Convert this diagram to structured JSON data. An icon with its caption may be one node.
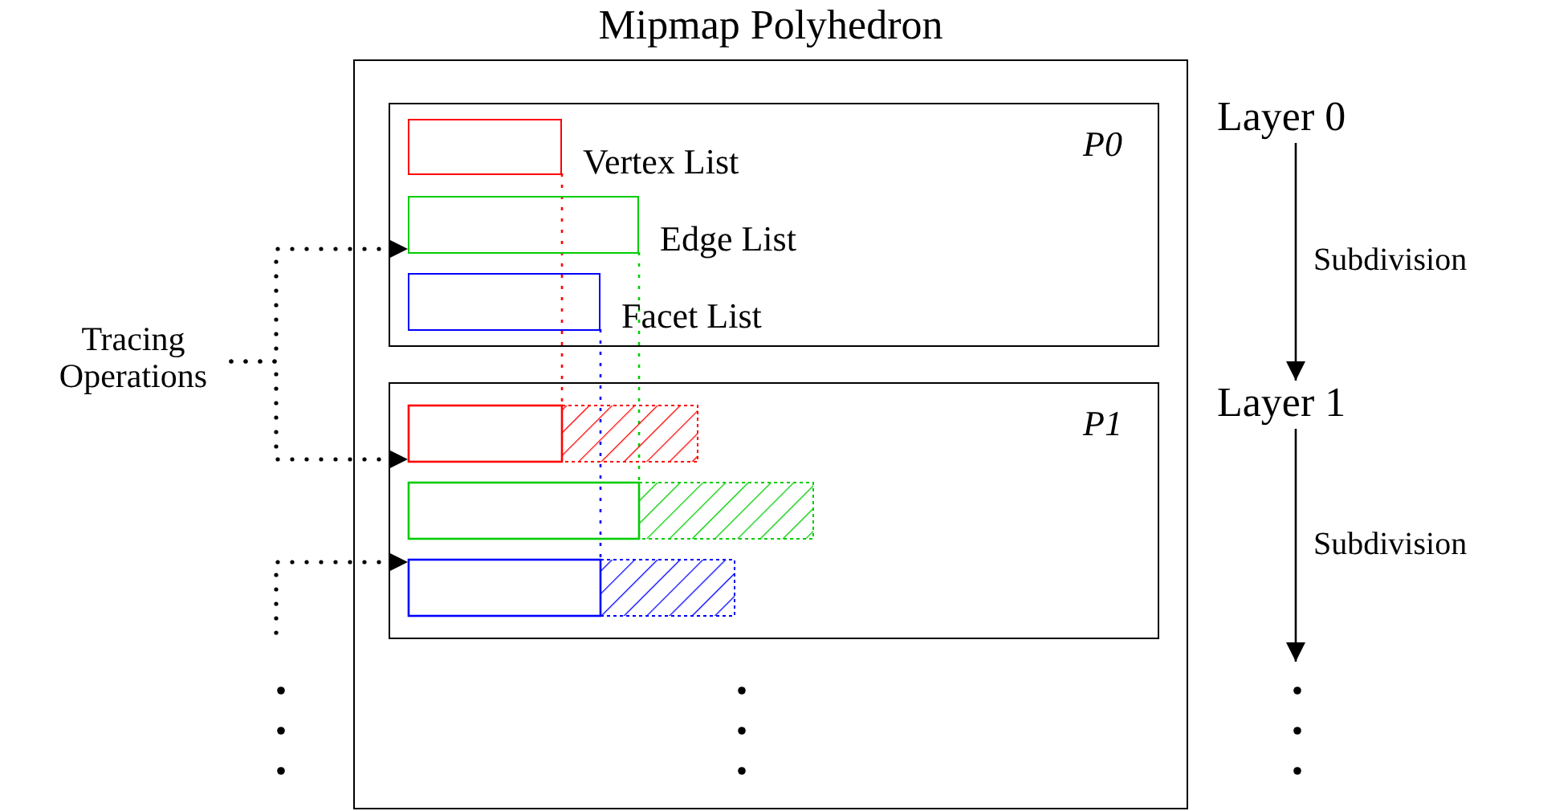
{
  "diagram": {
    "nodes": [
      {
        "text": [
          "Mipmap Polyhedron"
        ]
      },
      {
        "text": [
          "P0"
        ],
        "in": 0
      },
      {
        "text": [],
        "shape": "box",
        "in": 1,
        "beside": [
          "Vertex List"
        ]
      },
      {
        "text": [],
        "shape": "box",
        "in": 1,
        "beside": [
          "Edge List"
        ]
      },
      {
        "text": [],
        "shape": "box",
        "in": 1,
        "beside": [
          "Facet List"
        ]
      },
      {
        "text": [
          "P1"
        ],
        "in": 0
      },
      {
        "text": [],
        "shape": "bar",
        "in": 5
      },
      {
        "text": [],
        "shape": "bar",
        "in": 5
      },
      {
        "text": [],
        "shape": "bar",
        "in": 5
      },
      {
        "text": [
          "Tracing Operations"
        ]
      },
      {
        "text": [
          "Layer 0"
        ]
      },
      {
        "text": [
          "Layer 1"
        ]
      }
    ],
    "edges": [
      {
        "from": 9,
        "to": 3,
        "arrow": "to",
        "style": "dashed"
      },
      {
        "from": 9,
        "to": 6,
        "arrow": "to",
        "style": "dashed"
      },
      {
        "from": null,
        "to": 8,
        "arrow": "to",
        "style": "dashed"
      },
      {
        "from": 10,
        "to": 11,
        "arrow": "to",
        "label": "Subdivision"
      },
      {
        "from": 11,
        "to": null,
        "arrow": "to",
        "label": "Subdivision"
      }
    ]
  }
}
